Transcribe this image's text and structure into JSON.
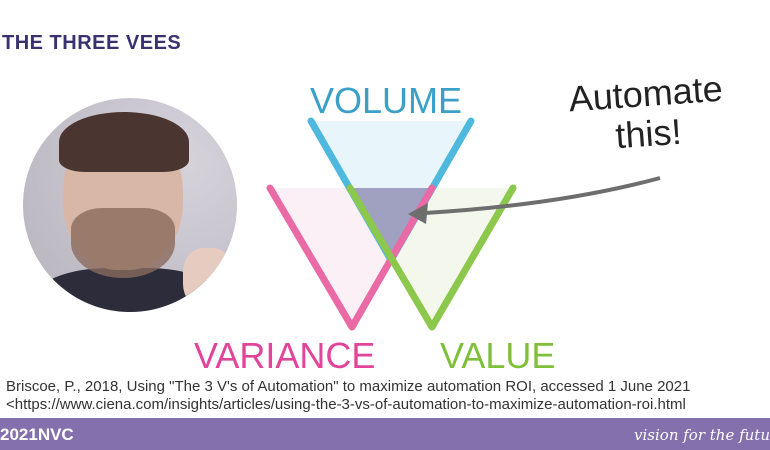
{
  "slide": {
    "title": "THE THREE VEES",
    "labels": {
      "volume": "VOLUME",
      "variance": "VARIANCE",
      "value": "VALUE"
    },
    "callout": [
      "Automate",
      "this!"
    ],
    "citation": [
      "Briscoe, P., 2018, Using \"The 3 V's of Automation\" to maximize automation ROI, accessed 1 June 2021",
      "<https://www.ciena.com/insights/articles/using-the-3-vs-of-automation-to-maximize-automation-roi.html"
    ]
  },
  "footer": {
    "brand": "2021NVC",
    "tagline": "vision for the futu"
  },
  "colors": {
    "volume": "#4fb8de",
    "variance": "#e96aa5",
    "value": "#8cc84b",
    "overlap": "#a0a0c0",
    "footer": "#8470ad",
    "title": "#3a3270"
  }
}
